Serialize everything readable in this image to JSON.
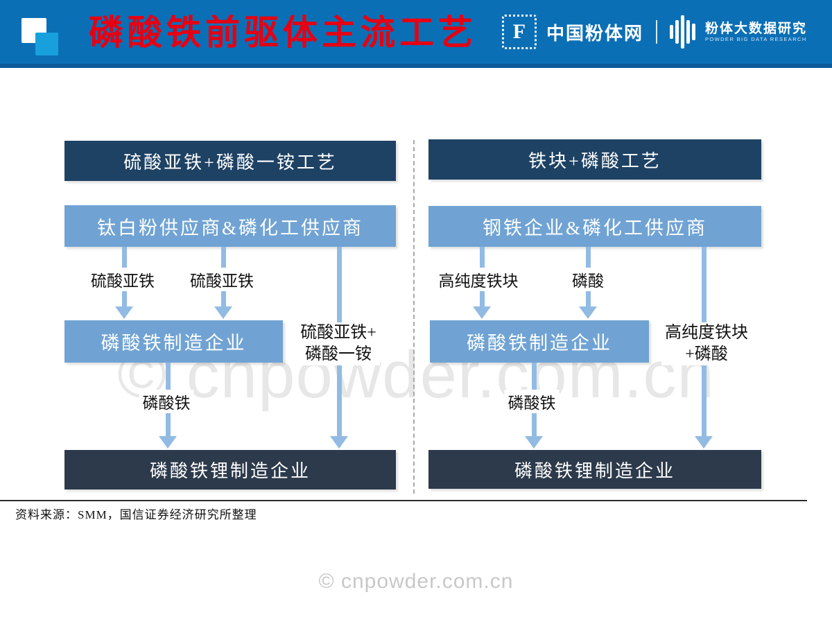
{
  "header": {
    "title": "磷酸铁前驱体主流工艺",
    "brand": {
      "cnpowder_icon_letter": "F",
      "cnpowder_name": "中国粉体网",
      "big_data_name": "粉体大数据研究",
      "big_data_sub": "POWDER BIG DATA RESEARCH"
    }
  },
  "colors": {
    "header_bg": "#0b6fb6",
    "header_accent": "#0d5a99",
    "title_color": "#e60012",
    "logo_square_blue": "#18a0dd",
    "box_dark_top": "#1e4264",
    "box_dark_bottom": "#2c3a4b",
    "box_blue": "#70a3d3",
    "arrow_blue": "#92bbe3"
  },
  "flowcharts": [
    {
      "process_title": "硫酸亚铁+磷酸一铵工艺",
      "supplier": "钛白粉供应商&磷化工供应商",
      "arrow_label_1": "硫酸亚铁",
      "arrow_label_2": "硫酸亚铁",
      "bypass_line1": "硫酸亚铁+",
      "bypass_line2": "磷酸一铵",
      "maker": "磷酸铁制造企业",
      "mid_label": "磷酸铁",
      "final": "磷酸铁锂制造企业"
    },
    {
      "process_title": "铁块+磷酸工艺",
      "supplier": "钢铁企业&磷化工供应商",
      "arrow_label_1": "高纯度铁块",
      "arrow_label_2": "磷酸",
      "bypass_line1": "高纯度铁块",
      "bypass_line2": "+磷酸",
      "maker": "磷酸铁制造企业",
      "mid_label": "磷酸铁",
      "final": "磷酸铁锂制造企业"
    }
  ],
  "watermarks": {
    "center": "© cnpowder.com.cn",
    "footer": "© cnpowder.com.cn"
  },
  "footer": {
    "source": "资料来源：SMM，国信证券经济研究所整理"
  }
}
